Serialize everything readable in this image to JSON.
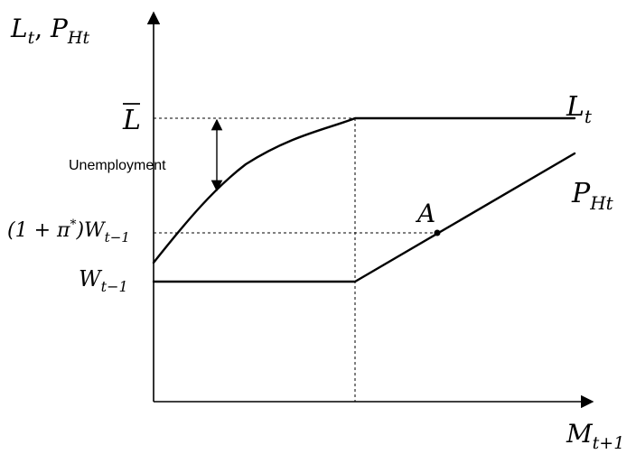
{
  "labels": {
    "y_axis": {
      "base": "L",
      "sub1": "t",
      "sep": ", ",
      "base2": "P",
      "sub2": "Ht"
    },
    "x_axis": {
      "base": "M",
      "sub": "t+1"
    },
    "l_bar": "L",
    "inflated_wage": {
      "prefix": "(1 + π",
      "star": "*",
      "mid": ")W",
      "sub": "t−1"
    },
    "wage": {
      "base": "W",
      "sub": "t−1"
    },
    "curve_L": {
      "base": "L",
      "sub": "t"
    },
    "curve_P": {
      "base": "P",
      "sub": "Ht"
    },
    "point_A": "A",
    "unemployment": "Unemployment"
  }
}
